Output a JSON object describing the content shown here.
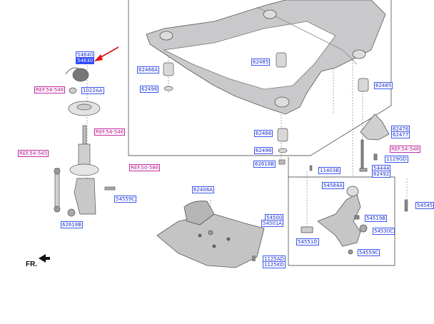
{
  "front_label": "FR.",
  "parts": {
    "p54640": "54640",
    "p54630": "54630",
    "p1022AA": "1022AA",
    "p62466A": "62466A",
    "p62496a": "62496",
    "p62485a": "62485",
    "p62485b": "62485",
    "p62466": "62466",
    "p62496b": "62496",
    "p62618B_top": "62618B",
    "p62476": "62476",
    "p62477": "62477",
    "p1129GD": "1129GD",
    "p11403B": "11403B",
    "p54444": "54444",
    "p62492": "62492",
    "p62406A": "62406A",
    "p54584A": "54584A",
    "p54559C_left": "54559C",
    "p62618B_bottom": "62618B",
    "p54500": "54500",
    "p54501A": "54501A",
    "p54519B": "54519B",
    "p54530C": "54530C",
    "p54551D": "54551D",
    "p54559C_right": "54559C",
    "p1125AD": "1125AD",
    "p1125KD": "1125KD",
    "p54545": "54545"
  },
  "refs": {
    "r_left_546": "REF.54-546",
    "r_strut_546": "REF.54-546",
    "r_link_545": "REF.54-545",
    "r_arm_546": "REF.54-546",
    "r_brake_586": "REF.50-586"
  },
  "colors": {
    "callout": "#1a2fcc",
    "ref": "#b8128f",
    "arrow": "#e01010"
  }
}
